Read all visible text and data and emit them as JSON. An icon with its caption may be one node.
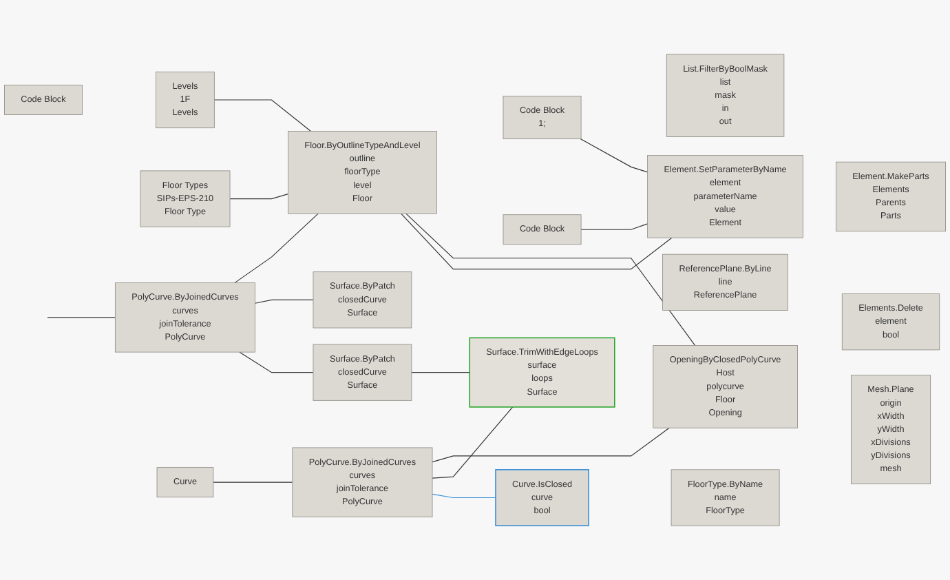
{
  "diagram": {
    "nodes": [
      {
        "text": [
          "Surface.ByPatch",
          "closedCurve",
          "Surface"
        ]
      },
      {
        "text": [
          "Surface.TrimWithEdgeLoops",
          "surface",
          "loops",
          "Surface"
        ]
      },
      {
        "text": [
          "Element.MakeParts",
          "Elements",
          "Parents",
          "Parts"
        ]
      },
      {
        "text": [
          "Surface.ByPatch",
          "closedCurve",
          "Surface"
        ]
      },
      {
        "text": [
          "PolyCurve.ByJoinedCurves",
          "curves",
          "joinTolerance",
          "PolyCurve"
        ]
      },
      {
        "text": [
          "Code Block"
        ]
      },
      {
        "text": [
          "Floor.ByOutlineTypeAndLevel",
          "outline",
          "floorType",
          "level",
          "Floor"
        ]
      },
      {
        "text": [
          "Element.SetParameterByName",
          "element",
          "parameterName",
          "value",
          "Element"
        ]
      },
      {
        "text": [
          "Floor Types",
          "SIPs-EPS-210",
          "Floor Type"
        ]
      },
      {
        "text": [
          "Code Block",
          "1;"
        ]
      },
      {
        "text": [
          "Code Block"
        ]
      },
      {
        "text": [
          "Levels",
          "1F",
          "Levels"
        ]
      },
      {
        "text": [
          "List.FilterByBoolMask",
          "list",
          "mask",
          "in",
          "out"
        ]
      },
      {
        "text": [
          "FloorType.ByName",
          "name",
          "FloorType"
        ]
      },
      {
        "text": [
          "Mesh.Plane",
          "origin",
          "xWidth",
          "yWidth",
          "xDivisions",
          "yDivisions",
          "mesh"
        ]
      },
      {
        "text": [
          "ReferencePlane.ByLine",
          "line",
          "ReferencePlane"
        ]
      },
      {
        "text": [
          "Curve"
        ]
      },
      {
        "text": [
          "PolyCurve.ByJoinedCurves",
          "curves",
          "joinTolerance",
          "PolyCurve"
        ]
      },
      {
        "text": [
          "Curve.IsClosed",
          "curve",
          "bool"
        ]
      },
      {
        "text": [
          "Elements.Delete",
          "element",
          "bool"
        ]
      },
      {
        "text": [
          "OpeningByClosedPolyCurve",
          "Host",
          "polycurve",
          "Floor",
          "Opening"
        ]
      }
    ],
    "edges": [
      {
        "from": null,
        "to": 4,
        "arrow": "none"
      },
      {
        "from": 4,
        "to": 0,
        "arrow": "none"
      },
      {
        "from": 4,
        "to": 3,
        "arrow": "none"
      },
      {
        "from": 4,
        "to": 6,
        "arrow": "none"
      },
      {
        "from": 0,
        "to": 1,
        "arrow": "none"
      },
      {
        "from": 8,
        "to": 6,
        "arrow": "none"
      },
      {
        "from": 11,
        "to": 6,
        "arrow": "none"
      },
      {
        "from": 6,
        "to": 7,
        "arrow": "none"
      },
      {
        "from": 5,
        "to": 7,
        "arrow": "none"
      },
      {
        "from": 9,
        "to": 7,
        "arrow": "none"
      },
      {
        "from": 16,
        "to": 17,
        "arrow": "none"
      },
      {
        "from": 17,
        "to": 18,
        "arrow": "none",
        "color": "#3a8fd8"
      },
      {
        "from": 17,
        "to": 1,
        "arrow": "none"
      },
      {
        "from": 6,
        "to": 20,
        "arrow": "none"
      },
      {
        "from": 17,
        "to": 20,
        "arrow": "none"
      }
    ]
  }
}
